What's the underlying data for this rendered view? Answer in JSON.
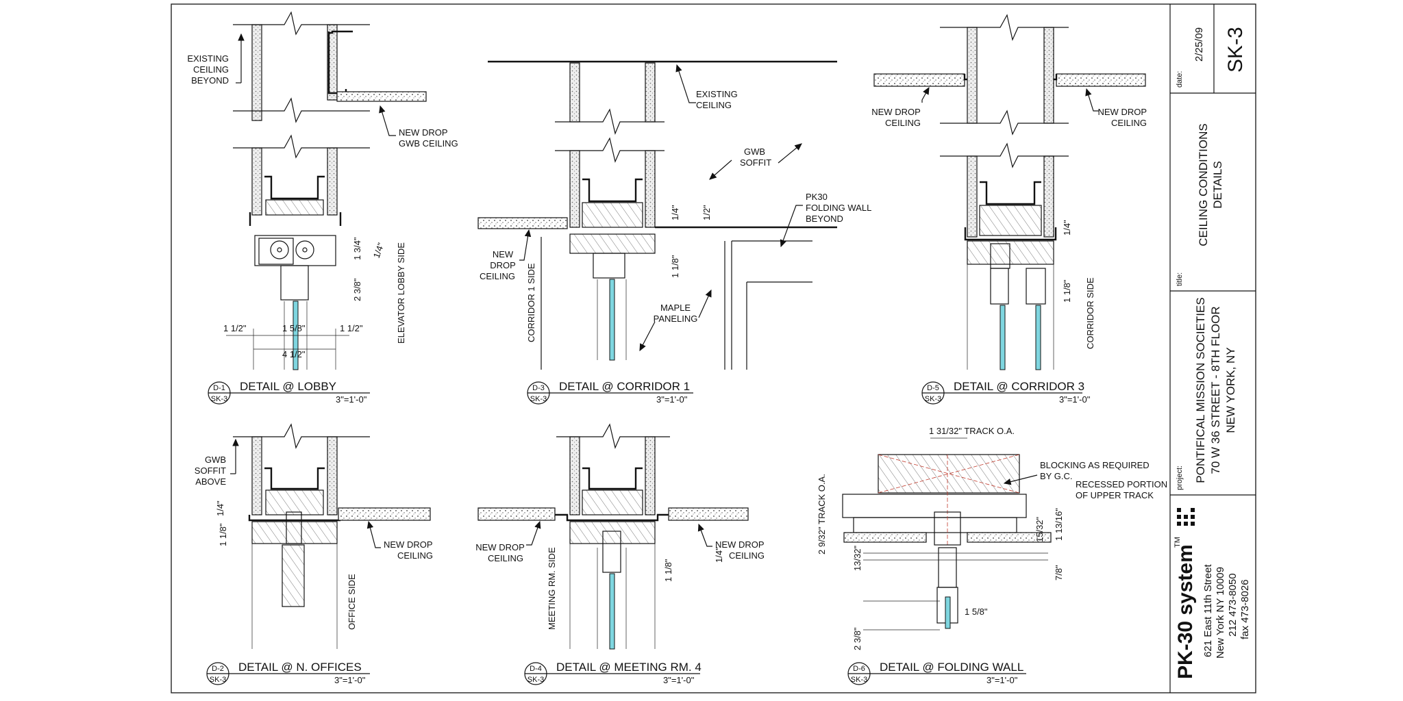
{
  "sheet": {
    "date_label": "date:",
    "date": "2/25/09",
    "sheet_no": "SK-3",
    "title_label": "title:",
    "title_lines": [
      "CEILING CONDITIONS",
      "DETAILS"
    ],
    "project_label": "project:",
    "project_lines": [
      "PONTIFICAL MISSION SOCIETIES",
      "70 W 36 STREET - 8TH FLOOR",
      "NEW YORK, NY"
    ],
    "company": "PK-30 system",
    "trademark": "TM",
    "address_lines": [
      "621 East 11th Street",
      "New York  NY 10009",
      "212 473-8050",
      "fax  473-8026"
    ]
  },
  "details": [
    {
      "id": "D-1",
      "sheet": "SK-3",
      "title": "DETAIL @ LOBBY",
      "scale": "3\"=1'-0\""
    },
    {
      "id": "D-3",
      "sheet": "SK-3",
      "title": "DETAIL @ CORRIDOR 1",
      "scale": "3\"=1'-0\""
    },
    {
      "id": "D-5",
      "sheet": "SK-3",
      "title": "DETAIL @ CORRIDOR 3",
      "scale": "3\"=1'-0\""
    },
    {
      "id": "D-2",
      "sheet": "SK-3",
      "title": "DETAIL @ N. OFFICES",
      "scale": "3\"=1'-0\""
    },
    {
      "id": "D-4",
      "sheet": "SK-3",
      "title": "DETAIL @ MEETING RM. 4",
      "scale": "3\"=1'-0\""
    },
    {
      "id": "D-6",
      "sheet": "SK-3",
      "title": "DETAIL @ FOLDING WALL",
      "scale": "3\"=1'-0\""
    }
  ],
  "notes": {
    "d1_existing": [
      "EXISTING",
      "CEILING",
      "BEYOND"
    ],
    "d1_new_drop": [
      "NEW DROP",
      "GWB CEILING"
    ],
    "d1_elevator": "ELEVATOR LOBBY SIDE",
    "d3_existing": [
      "EXISTING",
      "CEILING"
    ],
    "d3_gwb": [
      "GWB",
      "SOFFIT"
    ],
    "d3_pk30": [
      "PK30",
      "FOLDING WALL",
      "BEYOND"
    ],
    "d3_new_drop": [
      "NEW",
      "DROP",
      "CEILING"
    ],
    "d3_corridor": "CORRIDOR 1 SIDE",
    "d3_maple": [
      "MAPLE",
      "PANELING"
    ],
    "d5_new_drop_l": [
      "NEW DROP",
      "CEILING"
    ],
    "d5_new_drop_r": [
      "NEW DROP",
      "CEILING"
    ],
    "d5_corridor": "CORRIDOR SIDE",
    "d2_gwb": [
      "GWB",
      "SOFFIT",
      "ABOVE"
    ],
    "d2_new_drop": [
      "NEW DROP",
      "CEILING"
    ],
    "d2_office": "OFFICE SIDE",
    "d4_new_drop_l": [
      "NEW DROP",
      "CEILING"
    ],
    "d4_new_drop_r": [
      "NEW DROP",
      "CEILING"
    ],
    "d4_meeting": "MEETING RM. SIDE",
    "d6_track": "1 31/32\" TRACK O.A.",
    "d6_track_v": "2 9/32\" TRACK O.A.",
    "d6_blocking": [
      "BLOCKING AS REQUIRED",
      "BY G.C."
    ],
    "d6_recessed": [
      "RECESSED PORTION",
      "OF UPPER TRACK"
    ]
  },
  "dims": {
    "d1_a": "1 3/4\"",
    "d1_b": "1/4\"",
    "d1_c": "2 3/8\"",
    "d1_d": "1 1/2\"",
    "d1_e": "1 5/8\"",
    "d1_f": "1 1/2\"",
    "d1_g": "4 1/2\"",
    "d3_a": "1/4\"",
    "d3_b": "1/2\"",
    "d3_c": "1 1/8\"",
    "d5_a": "1/4\"",
    "d5_b": "1 1/8\"",
    "d2_a": "1/4\"",
    "d2_b": "1 1/8\"",
    "d4_a": "1 1/8\"",
    "d4_b": "1/4\"",
    "d6_a": "15/32\"",
    "d6_b": "1 13/16\"",
    "d6_c": "13/32\"",
    "d6_d": "7/8\"",
    "d6_e": "1 5/8\"",
    "d6_f": "2 3/8\""
  }
}
